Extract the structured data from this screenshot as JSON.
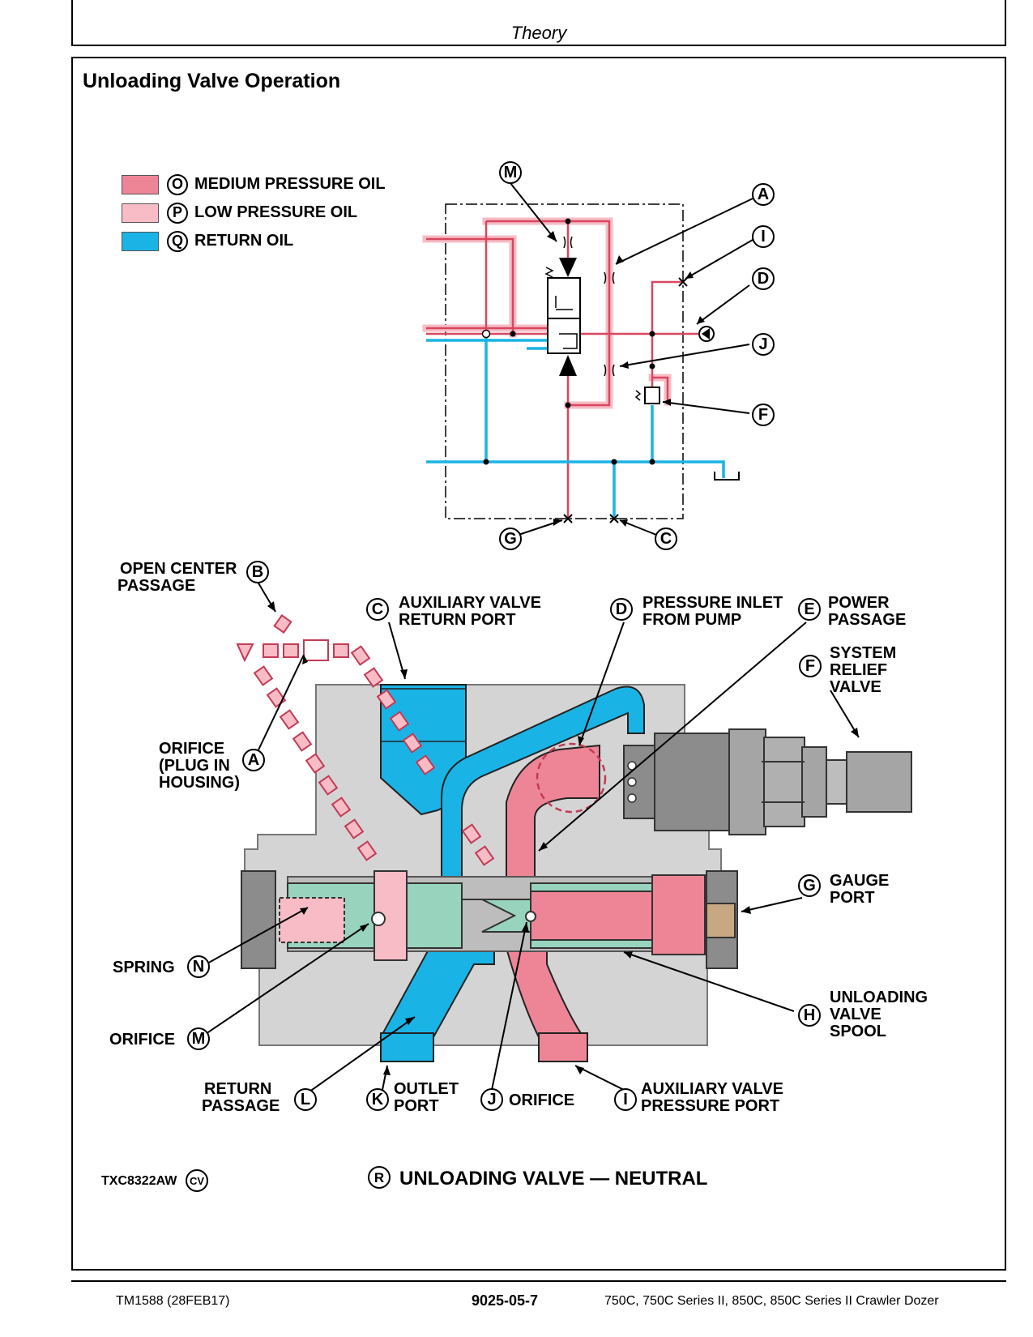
{
  "header": {
    "section": "Theory"
  },
  "title": "Unloading Valve Operation",
  "legend": [
    {
      "letter": "O",
      "label": "MEDIUM PRESSURE OIL",
      "color": "#ee8596"
    },
    {
      "letter": "P",
      "label": "LOW PRESSURE OIL",
      "color": "#f7bcc5"
    },
    {
      "letter": "Q",
      "label": "RETURN OIL",
      "color": "#1ab3e6"
    }
  ],
  "colors": {
    "housing": "#d4d4d4",
    "spool": "#98d4bd",
    "plug": "#8c8c8c",
    "gauge_port": "#c8a882"
  },
  "schematic_callouts": {
    "M": "M",
    "A": "A",
    "I": "I",
    "D": "D",
    "J": "J",
    "F": "F",
    "G": "G",
    "C": "C"
  },
  "labels": {
    "open_center": {
      "letter": "B",
      "line1": "OPEN CENTER",
      "line2": "PASSAGE"
    },
    "aux_return": {
      "letter": "C",
      "line1": "AUXILIARY VALVE",
      "line2": "RETURN PORT"
    },
    "pressure_inlet": {
      "letter": "D",
      "line1": "PRESSURE INLET",
      "line2": "FROM PUMP"
    },
    "power_passage": {
      "letter": "E",
      "line1": "POWER",
      "line2": "PASSAGE"
    },
    "system_relief": {
      "letter": "F",
      "line1": "SYSTEM",
      "line2": "RELIEF",
      "line3": "VALVE"
    },
    "orifice_a": {
      "letter": "A",
      "line1": "ORIFICE",
      "line2": "(PLUG IN",
      "line3": "HOUSING)"
    },
    "gauge_port": {
      "letter": "G",
      "line1": "GAUGE",
      "line2": "PORT"
    },
    "spring": {
      "letter": "N",
      "line1": "SPRING"
    },
    "spool": {
      "letter": "H",
      "line1": "UNLOADING",
      "line2": "VALVE",
      "line3": "SPOOL"
    },
    "orifice_m": {
      "letter": "M",
      "line1": "ORIFICE"
    },
    "return_passage": {
      "letter": "L",
      "line1": "RETURN",
      "line2": "PASSAGE"
    },
    "outlet_port": {
      "letter": "K",
      "line1": "OUTLET",
      "line2": "PORT"
    },
    "orifice_j": {
      "letter": "J",
      "line1": "ORIFICE"
    },
    "aux_pressure": {
      "letter": "I",
      "line1": "AUXILIARY VALVE",
      "line2": "PRESSURE PORT"
    }
  },
  "figure_id": {
    "code": "TXC8322AW",
    "badge": "CV"
  },
  "caption": {
    "letter": "R",
    "text": "UNLOADING VALVE — NEUTRAL"
  },
  "footer": {
    "left": "TM1588 (28FEB17)",
    "center": "9025-05-7",
    "right": "750C, 750C Series II, 850C, 850C Series II Crawler Dozer"
  }
}
